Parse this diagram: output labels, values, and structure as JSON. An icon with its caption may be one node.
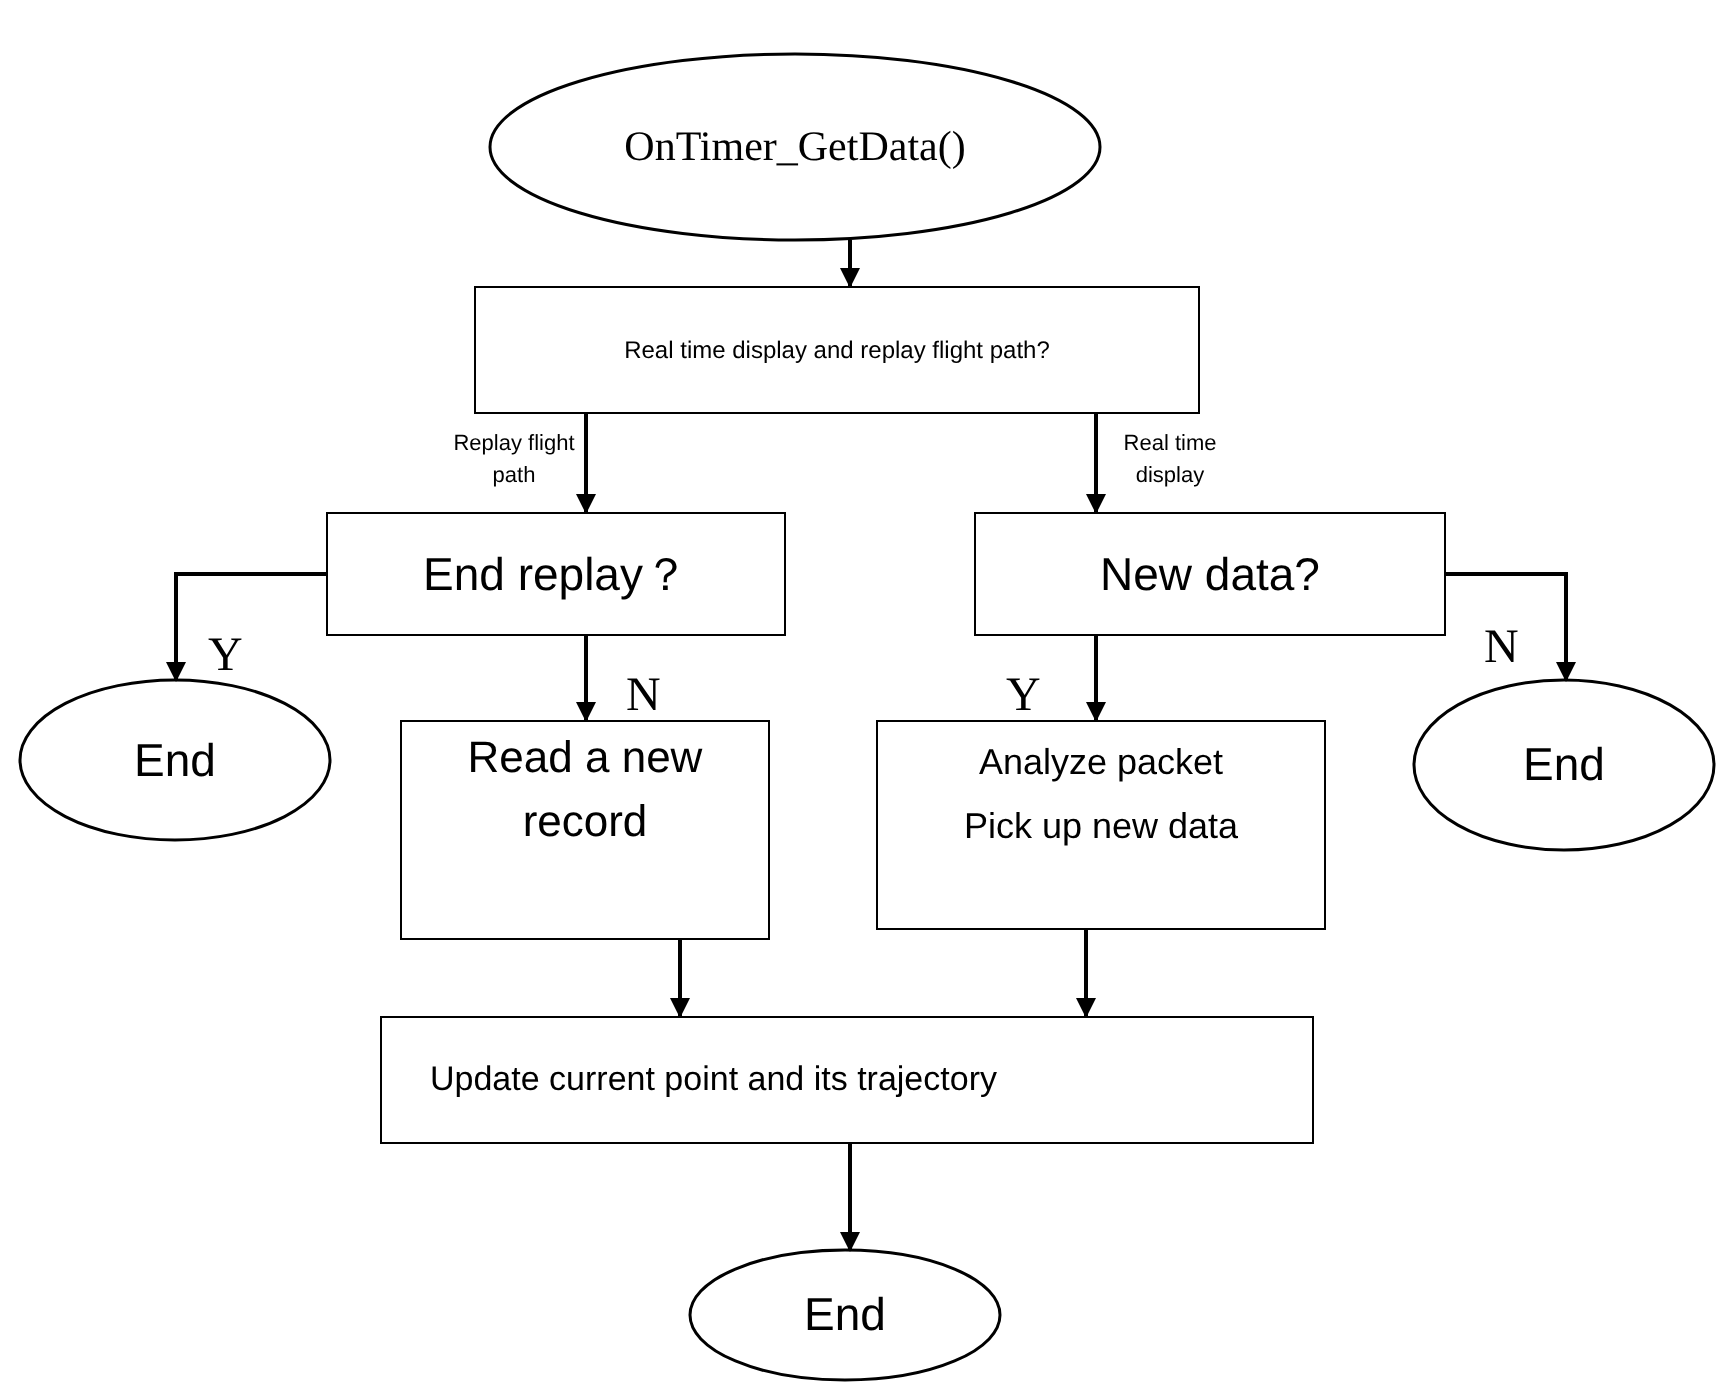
{
  "diagram": {
    "nodes": [
      {
        "text": [
          "OnTimer_GetData()"
        ]
      },
      {
        "text": [
          "Real time display and replay flight path?"
        ]
      },
      {
        "text": [
          "End replay？"
        ]
      },
      {
        "text": [
          "New data?"
        ]
      },
      {
        "text": [
          "End"
        ]
      },
      {
        "text": [
          "Read a new record"
        ]
      },
      {
        "text": [
          "Analyze packet",
          "Pick up new data"
        ]
      },
      {
        "text": [
          "Update current point and its trajectory"
        ]
      },
      {
        "text": [
          "End"
        ]
      },
      {
        "text": [
          "End"
        ]
      }
    ],
    "edges": [
      {
        "from": 0,
        "to": 1,
        "arrow": "to"
      },
      {
        "from": 1,
        "to": 2,
        "arrow": "to",
        "label": "Replay flight path"
      },
      {
        "from": 1,
        "to": 3,
        "arrow": "to",
        "label": "Real time display"
      },
      {
        "from": 2,
        "to": 4,
        "arrow": "to",
        "label": "Y"
      },
      {
        "from": 2,
        "to": 5,
        "arrow": "to",
        "label": "N"
      },
      {
        "from": 3,
        "to": 6,
        "arrow": "to",
        "label": "Y"
      },
      {
        "from": 3,
        "to": 8,
        "arrow": "to",
        "label": "N"
      },
      {
        "from": 5,
        "to": 7,
        "arrow": "to"
      },
      {
        "from": 6,
        "to": 7,
        "arrow": "to"
      },
      {
        "from": 7,
        "to": 9,
        "arrow": "to"
      }
    ]
  }
}
